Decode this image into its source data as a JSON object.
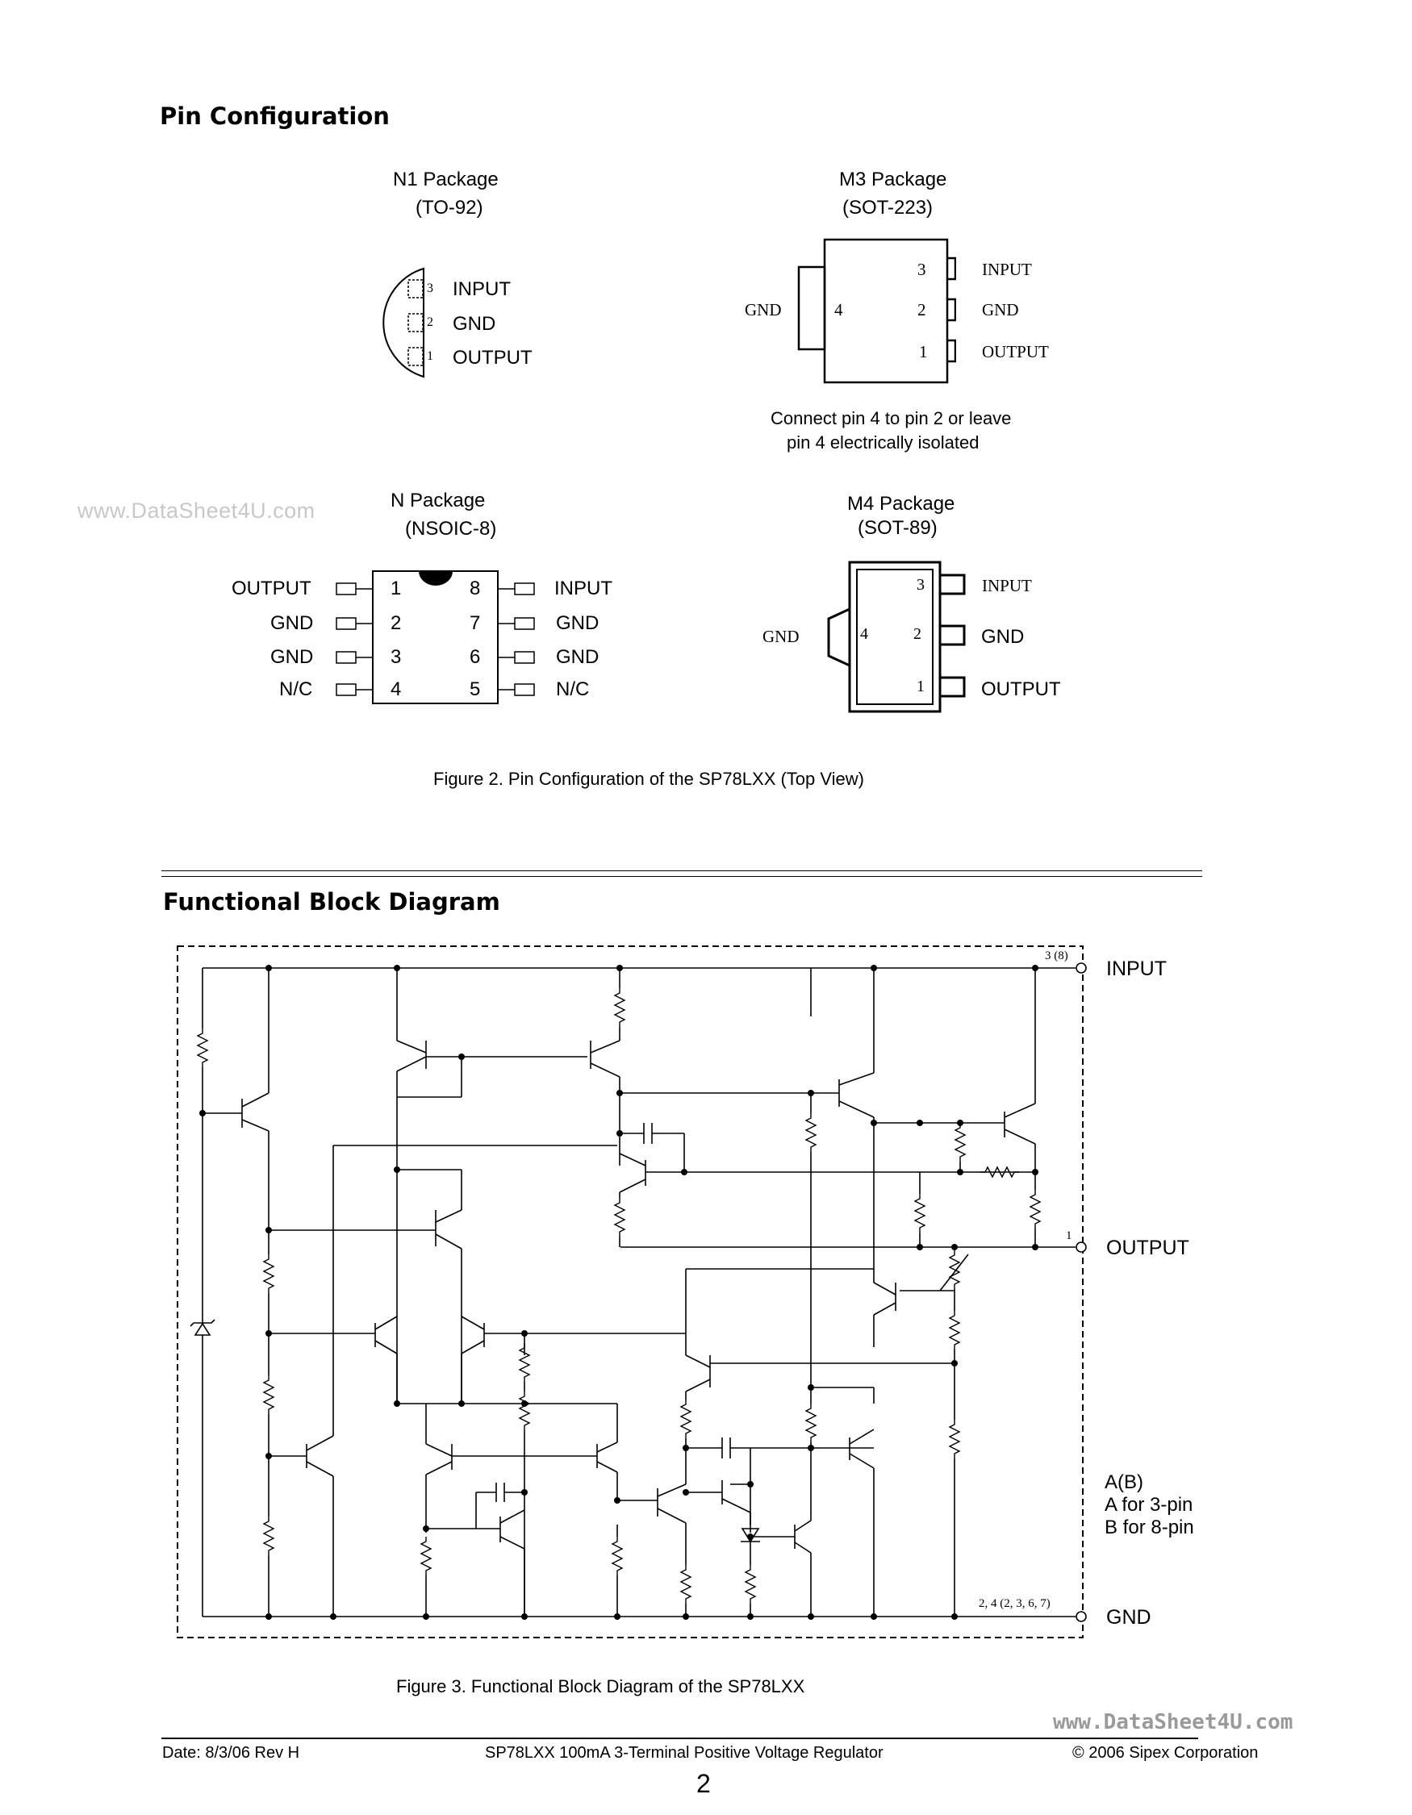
{
  "headings": {
    "pin_configuration": "Pin Configuration",
    "functional_block_diagram": "Functional Block Diagram"
  },
  "watermark": {
    "left": "www.DataSheet4U.com",
    "right": "www.DataSheet4U.com"
  },
  "packages": {
    "n1": {
      "name": "N1 Package",
      "type": "(TO-92)",
      "pins": [
        {
          "num": "3",
          "label": "INPUT"
        },
        {
          "num": "2",
          "label": "GND"
        },
        {
          "num": "1",
          "label": "OUTPUT"
        }
      ]
    },
    "m3": {
      "name": "M3 Package",
      "type": "(SOT-223)",
      "pins": [
        {
          "num": "3",
          "label": "INPUT"
        },
        {
          "num": "2",
          "label": "GND"
        },
        {
          "num": "1",
          "label": "OUTPUT"
        }
      ],
      "tab_num": "4",
      "tab_label": "GND",
      "note_line1": "Connect pin 4 to pin 2 or leave",
      "note_line2": "pin 4 electrically isolated"
    },
    "n": {
      "name": "N Package",
      "type": "(NSOIC-8)",
      "left_pins": [
        {
          "num": "1",
          "label": "OUTPUT"
        },
        {
          "num": "2",
          "label": "GND"
        },
        {
          "num": "3",
          "label": "GND"
        },
        {
          "num": "4",
          "label": "N/C"
        }
      ],
      "right_pins": [
        {
          "num": "8",
          "label": "INPUT"
        },
        {
          "num": "7",
          "label": "GND"
        },
        {
          "num": "6",
          "label": "GND"
        },
        {
          "num": "5",
          "label": "N/C"
        }
      ]
    },
    "m4": {
      "name": "M4 Package",
      "type": "(SOT-89)",
      "pins": [
        {
          "num": "3",
          "label": "INPUT"
        },
        {
          "num": "2",
          "label": "GND"
        },
        {
          "num": "1",
          "label": "OUTPUT"
        }
      ],
      "tab_num": "4",
      "tab_label": "GND"
    }
  },
  "figure2_caption": "Figure 2. Pin Configuration of the SP78LXX (Top View)",
  "block_diagram": {
    "input_label": "INPUT",
    "input_pin": "3 (8)",
    "output_label": "OUTPUT",
    "output_pin": "1",
    "gnd_label": "GND",
    "gnd_pin": "2, 4 (2, 3, 6, 7)",
    "note_line1": "A(B)",
    "note_line2": "A for 3-pin",
    "note_line3": "B for 8-pin"
  },
  "figure3_caption": "Figure 3. Functional Block Diagram of the SP78LXX",
  "footer": {
    "date": "Date: 8/3/06 Rev H",
    "title": "SP78LXX 100mA 3-Terminal Positive Voltage Regulator",
    "copyright": "© 2006 Sipex Corporation",
    "page_number": "2"
  }
}
